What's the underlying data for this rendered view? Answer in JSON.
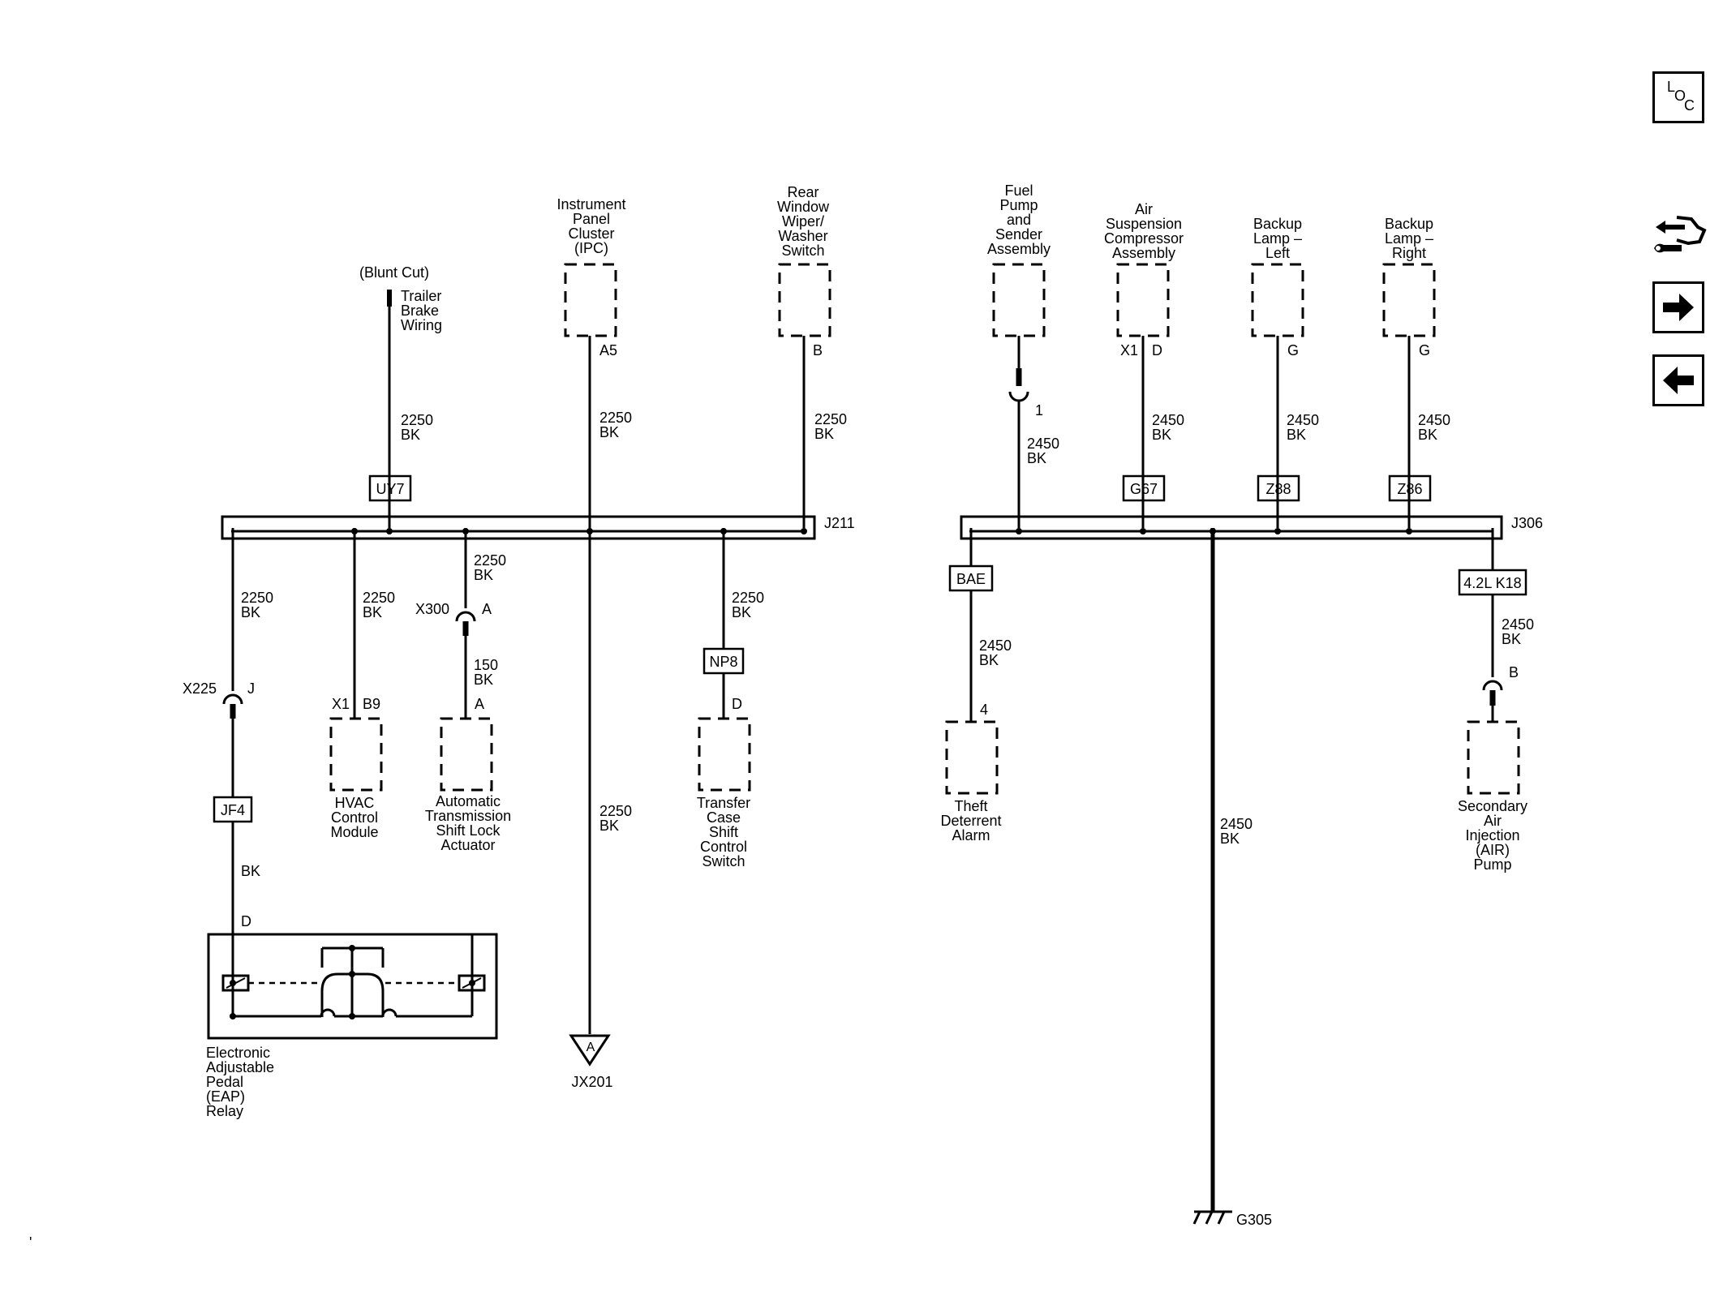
{
  "nav": {
    "loc": {
      "l": "L",
      "o": "O",
      "c": "C"
    },
    "forward_icon": "arrow-right-icon",
    "back_icon": "arrow-left-icon",
    "service_icon": "tools-icon"
  },
  "components": {
    "trailer": {
      "note": "(Blunt Cut)",
      "lines": [
        "Trailer",
        "Brake",
        "Wiring"
      ]
    },
    "ipc": {
      "lines": [
        "Instrument",
        "Panel",
        "Cluster",
        "(IPC)"
      ],
      "pin": "A5"
    },
    "rear_wiper": {
      "lines": [
        "Rear",
        "Window",
        "Wiper/",
        "Washer",
        "Switch"
      ],
      "pin": "B"
    },
    "fuel_pump": {
      "lines": [
        "Fuel",
        "Pump",
        "and",
        "Sender",
        "Assembly"
      ],
      "pin": "1"
    },
    "air_susp": {
      "lines": [
        "Air",
        "Suspension",
        "Compressor",
        "Assembly"
      ],
      "conn": "X1",
      "pin": "D"
    },
    "backup_left": {
      "lines": [
        "Backup",
        "Lamp –",
        "Left"
      ],
      "pin": "G"
    },
    "backup_right": {
      "lines": [
        "Backup",
        "Lamp –",
        "Right"
      ],
      "pin": "G"
    },
    "hvac": {
      "lines": [
        "HVAC",
        "Control",
        "Module"
      ],
      "conn": "X1",
      "pin": "B9"
    },
    "shift_lock": {
      "lines": [
        "Automatic",
        "Transmission",
        "Shift Lock",
        "Actuator"
      ],
      "pin": "A"
    },
    "transfer_case": {
      "lines": [
        "Transfer",
        "Case",
        "Shift",
        "Control",
        "Switch"
      ],
      "pin": "D"
    },
    "theft": {
      "lines": [
        "Theft",
        "Deterrent",
        "Alarm"
      ],
      "pin": "4"
    },
    "air_pump": {
      "lines": [
        "Secondary",
        "Air",
        "Injection",
        "(AIR)",
        "Pump"
      ],
      "pin": "B"
    },
    "eap_relay": {
      "lines": [
        "Electronic",
        "Adjustable",
        "Pedal",
        "(EAP)",
        "Relay"
      ],
      "pin": "D"
    }
  },
  "splices": {
    "left": "J211",
    "right": "J306"
  },
  "options": {
    "uy7": "UY7",
    "np8": "NP8",
    "jf4": "JF4",
    "g67": "G67",
    "z88": "Z88",
    "z86": "Z86",
    "bae": "BAE",
    "k18": "4.2L K18"
  },
  "inline_connectors": {
    "x225": {
      "name": "X225",
      "pin": "J"
    },
    "x300": {
      "name": "X300",
      "pin": "A"
    }
  },
  "wires": {
    "trailer": [
      "2250",
      "BK"
    ],
    "ipc": [
      "2250",
      "BK"
    ],
    "rear_wiper": [
      "2250",
      "BK"
    ],
    "x225": [
      "2250",
      "BK"
    ],
    "hvac": [
      "2250",
      "BK"
    ],
    "x300_top": [
      "2250",
      "BK"
    ],
    "x300_bottom": [
      "150",
      "BK"
    ],
    "transfer": [
      "2250",
      "BK"
    ],
    "jx201": [
      "2250",
      "BK"
    ],
    "eap": "BK",
    "fuel_pump": [
      "2450",
      "BK"
    ],
    "air_susp": [
      "2450",
      "BK"
    ],
    "backup_left": [
      "2450",
      "BK"
    ],
    "backup_right": [
      "2450",
      "BK"
    ],
    "theft": [
      "2450",
      "BK"
    ],
    "ground": [
      "2450",
      "BK"
    ],
    "air_pump": [
      "2450",
      "BK"
    ]
  },
  "offpage": {
    "letter": "A",
    "name": "JX201"
  },
  "ground": {
    "name": "G305"
  },
  "corner_mark": "'"
}
